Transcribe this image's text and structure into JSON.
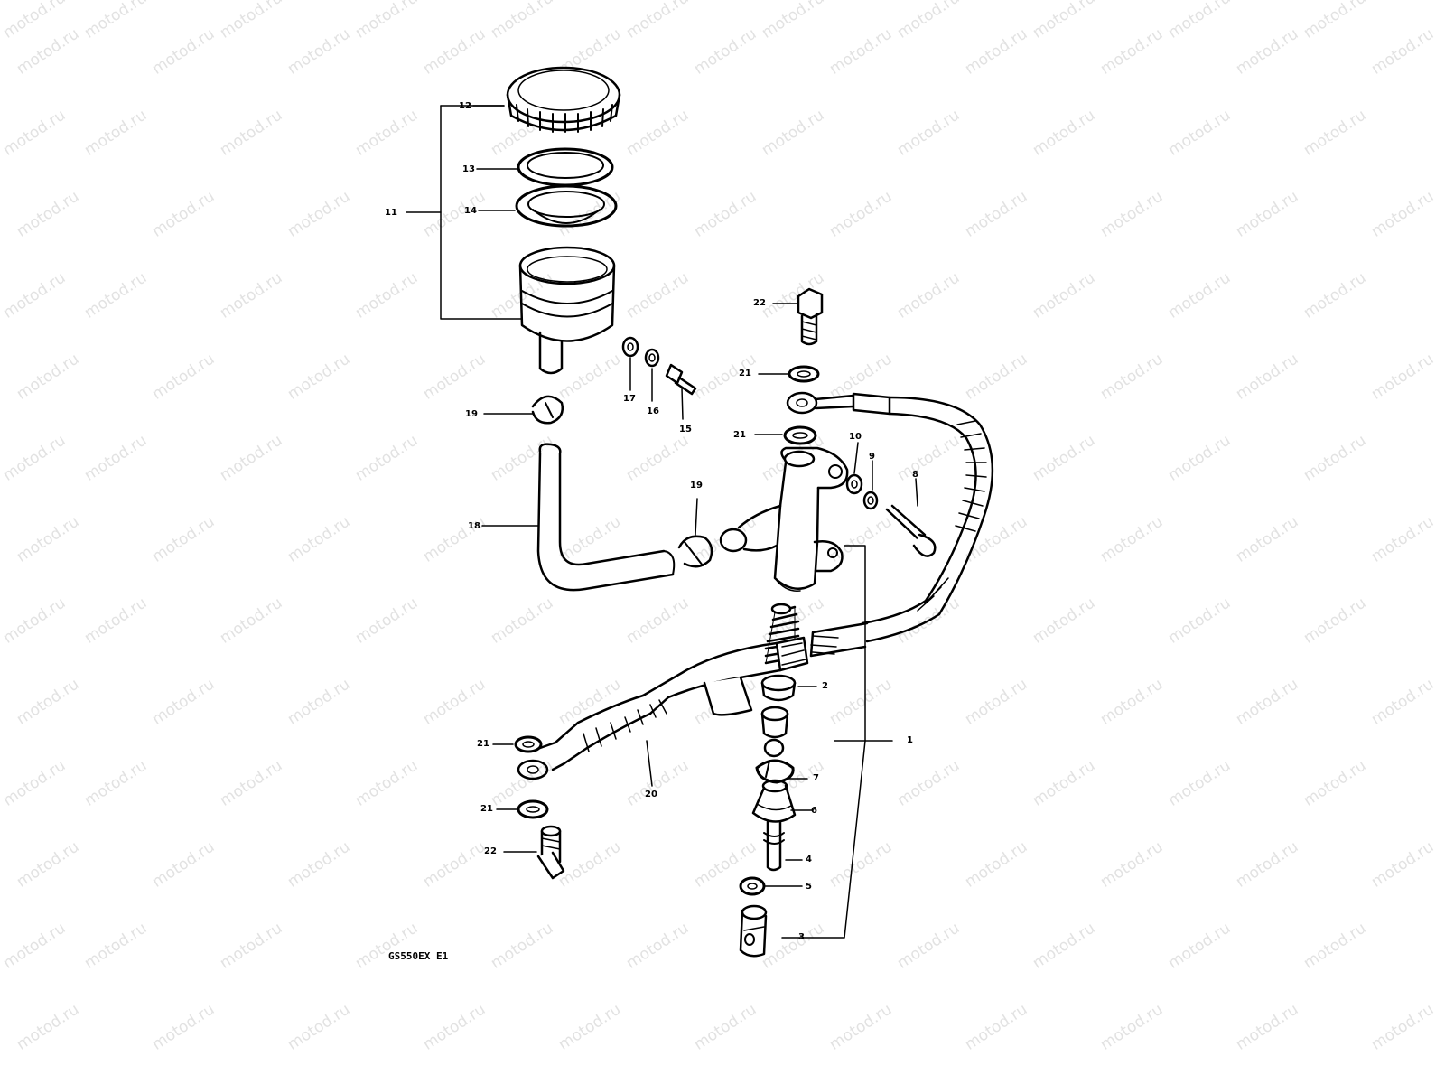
{
  "watermark": "motod.ru",
  "diagram_code": "GS550EX E1",
  "callouts": {
    "c12": "12",
    "c13": "13",
    "c14": "14",
    "c11": "11",
    "c17": "17",
    "c16": "16",
    "c15": "15",
    "c19a": "19",
    "c18": "18",
    "c19b": "19",
    "c22a": "22",
    "c21a": "21",
    "c21b": "21",
    "c10": "10",
    "c9": "9",
    "c8": "8",
    "c2": "2",
    "c1": "1",
    "c7": "7",
    "c6": "6",
    "c4": "4",
    "c5": "5",
    "c3": "3",
    "c21c": "21",
    "c20": "20",
    "c21d": "21",
    "c22b": "22"
  }
}
